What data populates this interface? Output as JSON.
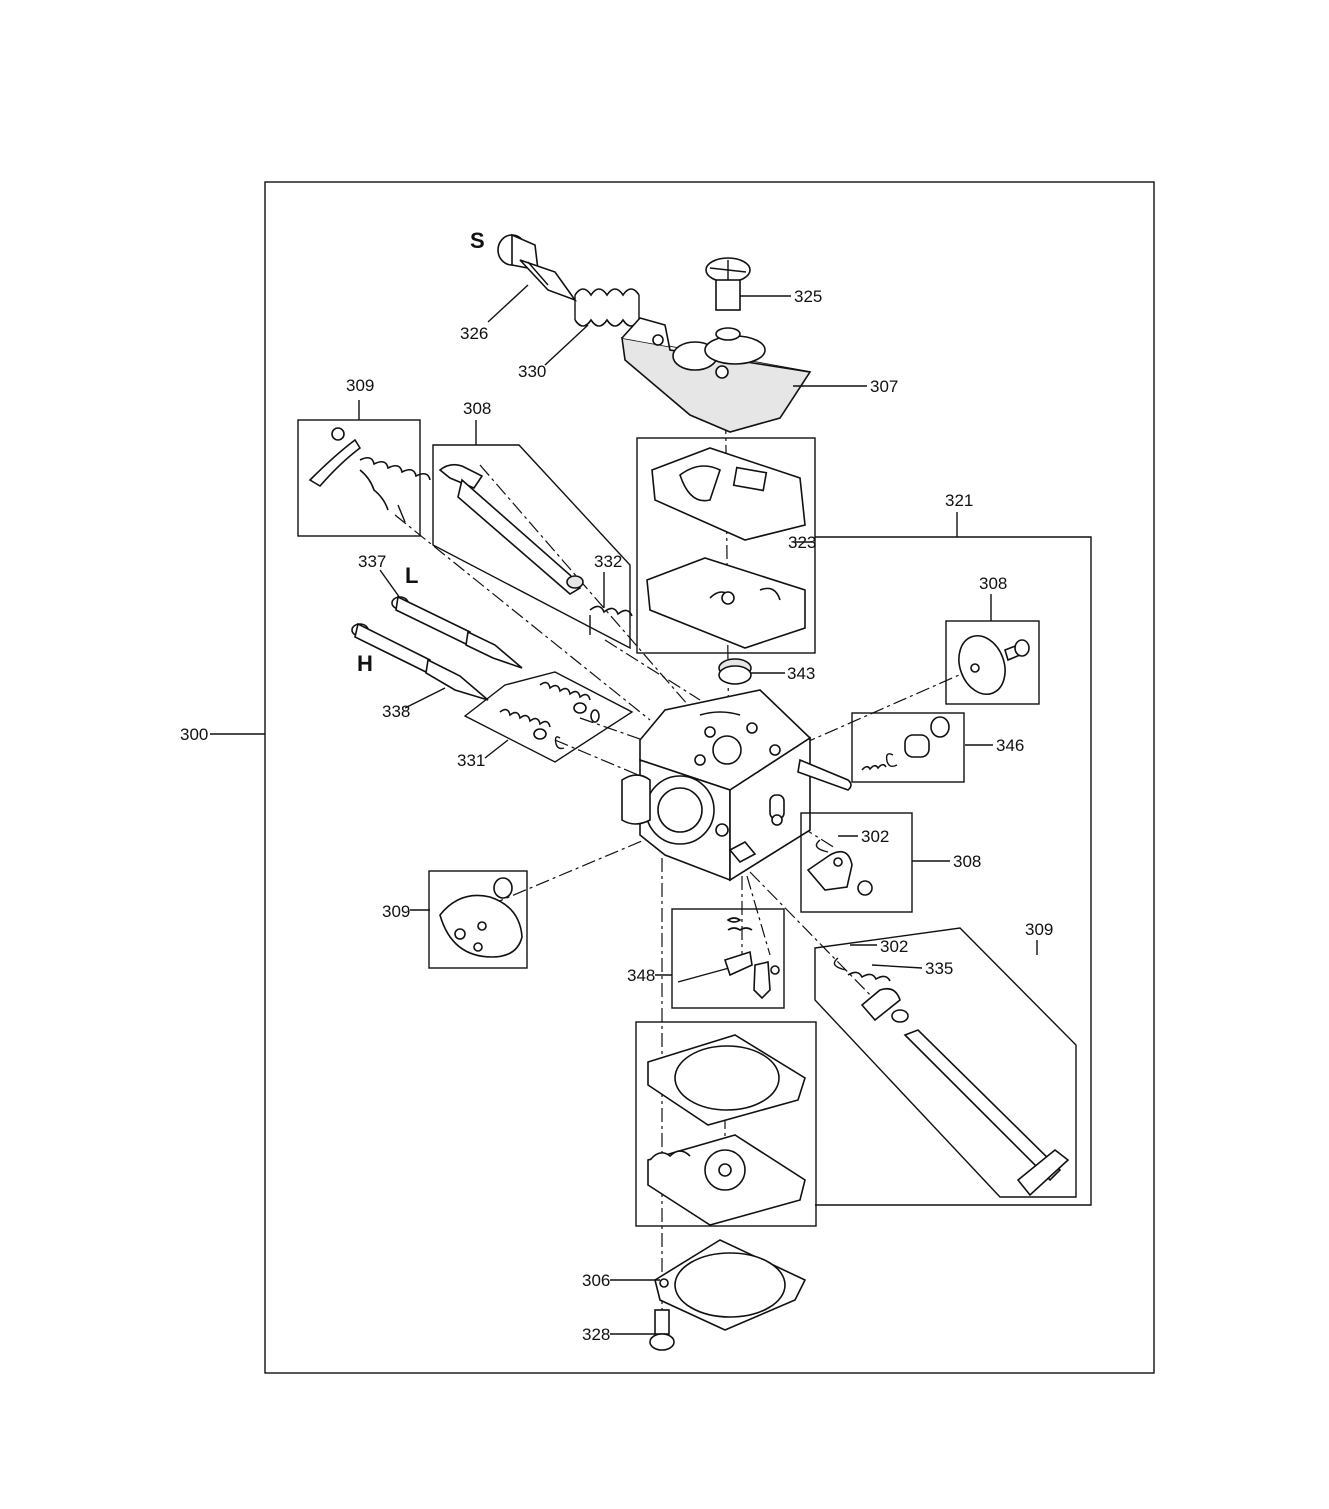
{
  "labels": {
    "s": "S",
    "l": "L",
    "h": "H",
    "p300": "300",
    "p302a": "302",
    "p302b": "302",
    "p306": "306",
    "p307": "307",
    "p308a": "308",
    "p308b": "308",
    "p308c": "308",
    "p309a": "309",
    "p309b": "309",
    "p309c": "309",
    "p321": "321",
    "p323": "323",
    "p325": "325",
    "p326": "326",
    "p328": "328",
    "p330": "330",
    "p331": "331",
    "p332": "332",
    "p335": "335",
    "p337": "337",
    "p338": "338",
    "p343": "343",
    "p346": "346",
    "p348": "348"
  }
}
